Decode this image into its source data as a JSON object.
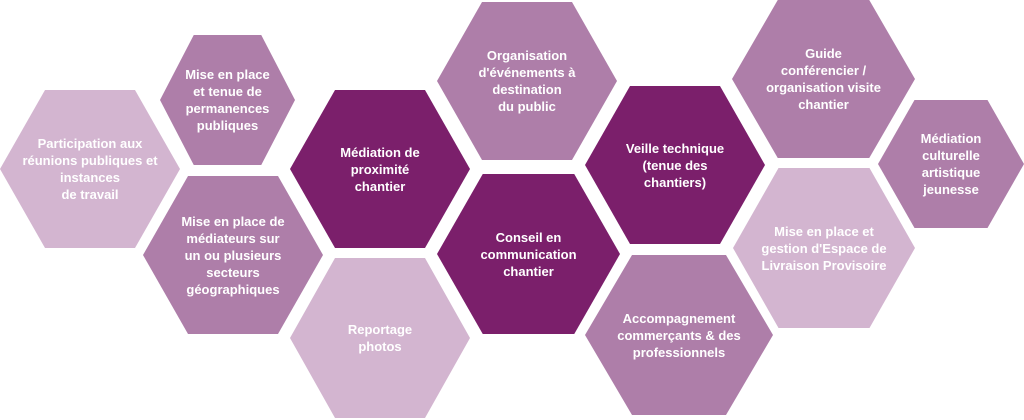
{
  "palette": {
    "light": "#d3b5d0",
    "medium": "#ae7ea9",
    "dark": "#7b1f6b"
  },
  "hexagons": [
    {
      "id": "participation",
      "shade": "light",
      "text": "Participation aux\nréunions publiques et\ninstances\nde travail"
    },
    {
      "id": "permanences",
      "shade": "medium",
      "text": "Mise en place\net tenue de\npermanences\npubliques"
    },
    {
      "id": "mediateurs",
      "shade": "medium",
      "text": "Mise en place de\nmédiateurs sur\nun ou plusieurs\nsecteurs\ngéographiques"
    },
    {
      "id": "mediation",
      "shade": "dark",
      "text": "Médiation de\nproximité\nchantier"
    },
    {
      "id": "reportage",
      "shade": "light",
      "text": "Reportage\nphotos"
    },
    {
      "id": "evenements",
      "shade": "medium",
      "text": "Organisation\nd'événements à\ndestination\ndu public"
    },
    {
      "id": "conseil",
      "shade": "dark",
      "text": "Conseil en\ncommunication\nchantier"
    },
    {
      "id": "veille",
      "shade": "dark",
      "text": "Veille technique\n(tenue des\nchantiers)"
    },
    {
      "id": "accompagnement",
      "shade": "medium",
      "text": "Accompagnement\ncommerçants & des\nprofessionnels"
    },
    {
      "id": "guide",
      "shade": "medium",
      "text": "Guide\nconférencier /\norganisation visite\nchantier"
    },
    {
      "id": "livraison",
      "shade": "light",
      "text": "Mise en place et\ngestion d'Espace de\nLivraison Provisoire"
    },
    {
      "id": "culturelle",
      "shade": "medium",
      "text": "Médiation\nculturelle\nartistique\njeunesse"
    }
  ]
}
